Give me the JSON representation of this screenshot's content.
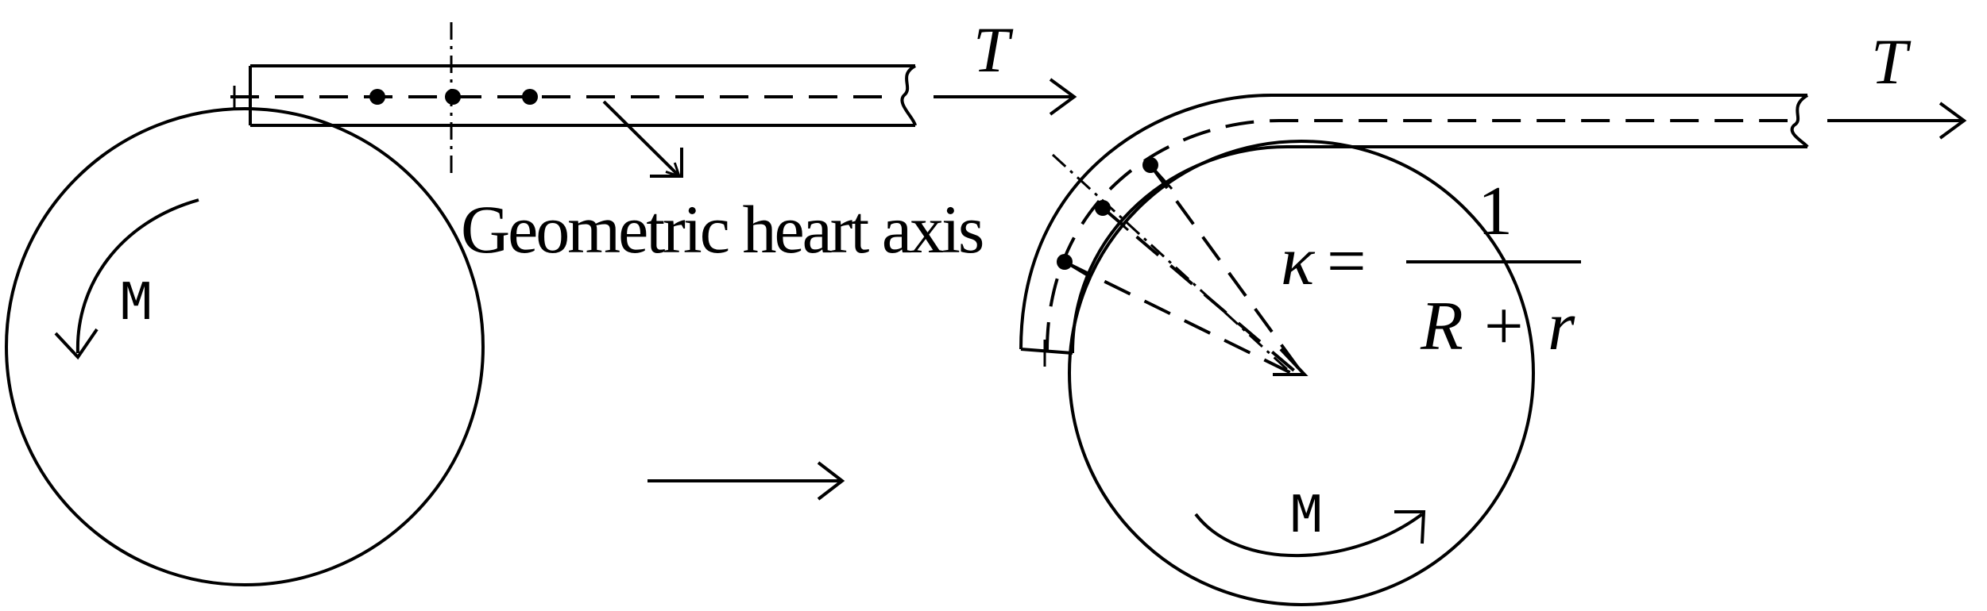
{
  "labels": {
    "tension_left": "T",
    "tension_right": "T",
    "moment_left": "M",
    "moment_right": "M",
    "axis_caption": "Geometric heart axis",
    "curvature_symbol": "κ",
    "equals": "=",
    "numerator": "1",
    "denominator_R": "R",
    "denominator_plus": "+",
    "denominator_r": "r"
  }
}
